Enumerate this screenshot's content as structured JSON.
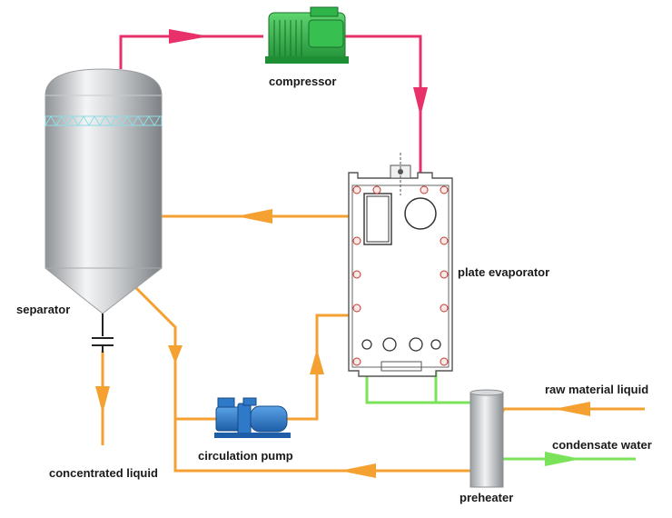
{
  "labels": {
    "compressor": "compressor",
    "separator": "separator",
    "plate_evaporator": "plate evaporator",
    "circulation_pump": "circulation pump",
    "concentrated_liquid": "concentrated liquid",
    "raw_material_liquid": "raw material liquid",
    "condensate_water": "condensate water",
    "preheater": "preheater"
  },
  "colors": {
    "vapor_line": "#e8306a",
    "liquid_line": "#f5a132",
    "condensate_line": "#7be35a",
    "compressor": "#2fb44a",
    "pump": "#2f79c9",
    "vessel": "#b9bcbf"
  }
}
